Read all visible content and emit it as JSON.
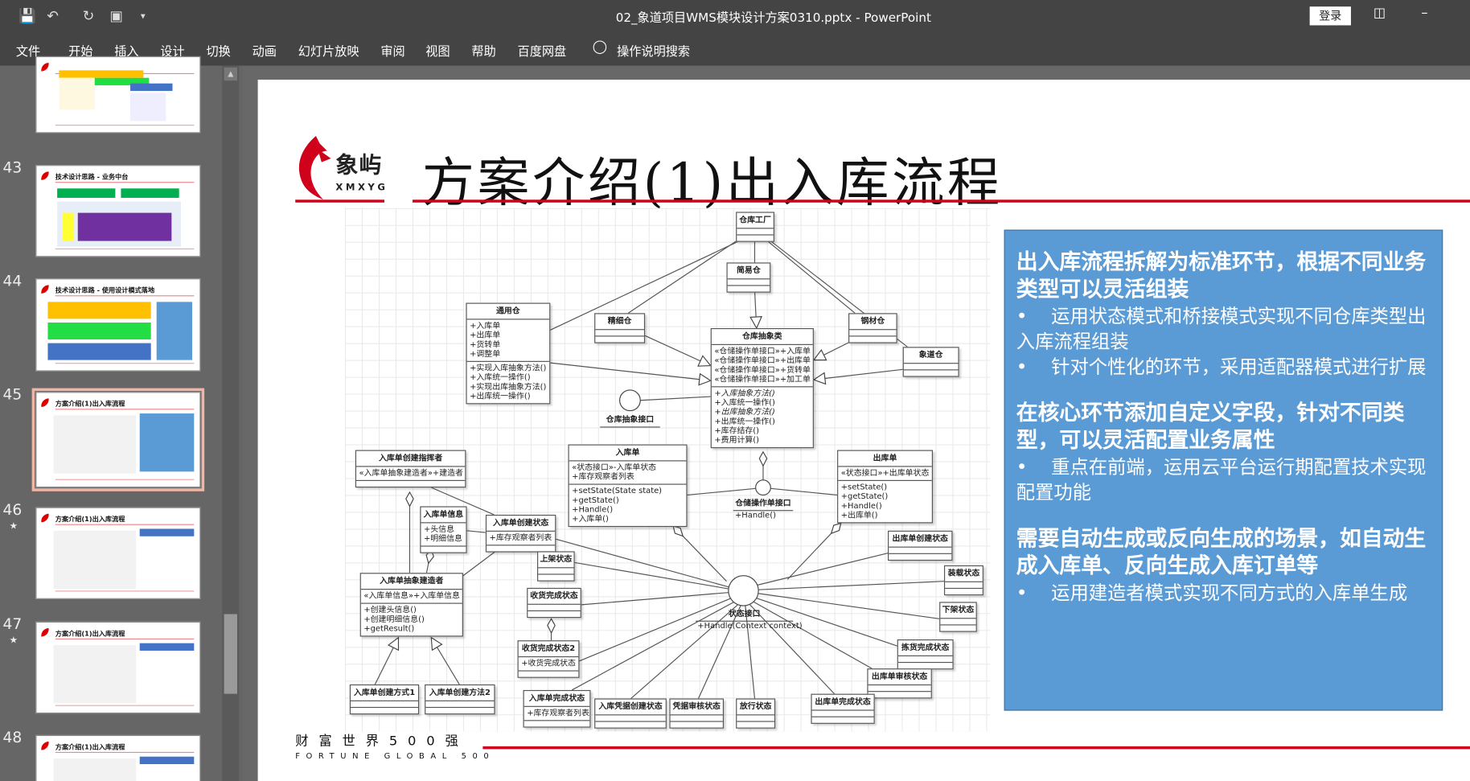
{
  "window": {
    "title": "02_象道项目WMS模块设计方案0310.pptx  -  PowerPoint",
    "login_label": "登录",
    "quick_access": [
      "save-icon",
      "undo-icon",
      "redo-icon",
      "present-from-start-icon",
      "customize-icon"
    ]
  },
  "menu": [
    "文件",
    "开始",
    "插入",
    "设计",
    "切换",
    "动画",
    "幻灯片放映",
    "审阅",
    "视图",
    "帮助",
    "百度网盘"
  ],
  "search": {
    "icon": "lightbulb-icon",
    "label": "操作说明搜索"
  },
  "thumbnails": [
    {
      "number": "",
      "title": "",
      "starred": false,
      "selected": false
    },
    {
      "number": "43",
      "title": "技术设计思路 - 业务中台",
      "starred": false,
      "selected": false
    },
    {
      "number": "44",
      "title": "技术设计思路 - 使用设计模式落地",
      "starred": false,
      "selected": false
    },
    {
      "number": "45",
      "title": "方案介绍(1)出入库流程",
      "starred": false,
      "selected": true
    },
    {
      "number": "46",
      "title": "方案介绍(1)出入库流程",
      "starred": true,
      "selected": false
    },
    {
      "number": "47",
      "title": "方案介绍(1)出入库流程",
      "starred": true,
      "selected": false
    },
    {
      "number": "48",
      "title": "方案介绍(1)出入库流程",
      "starred": false,
      "selected": false
    }
  ],
  "slide": {
    "logo": {
      "cn": "象屿",
      "en": "XMXYG"
    },
    "title": "方案介绍(1)出入库流程",
    "footer_cn": "财富世界500强",
    "footer_en": "FORTUNE GLOBAL 500",
    "accent_color": "#d0021b",
    "panel_color": "#5b9bd5",
    "panel": {
      "sections": [
        {
          "heading": "出入库流程拆解为标准环节，根据不同业务类型可以灵活组装",
          "bullets": [
            "运用状态模式和桥接模式实现不同仓库类型出入库流程组装",
            "针对个性化的环节，采用适配器模式进行扩展"
          ]
        },
        {
          "heading": "在核心环节添加自定义字段，针对不同类型，可以灵活配置业务属性",
          "bullets": [
            "重点在前端，运用云平台运行期配置技术实现配置功能"
          ]
        },
        {
          "heading": "需要自动生成或反向生成的场景，如自动生成入库单、反向生成入库订单等",
          "bullets": [
            "运用建造者模式实现不同方式的入库单生成"
          ]
        }
      ]
    },
    "diagram": {
      "classes": {
        "factory": {
          "name": "仓库工厂",
          "attrs": [],
          "methods": []
        },
        "simple": {
          "name": "简易仓",
          "attrs": [],
          "methods": []
        },
        "general": {
          "name": "通用仓",
          "attrs": [
            "+入库单",
            "+出库单",
            "+货转单",
            "+调整单"
          ],
          "methods": [
            "+实现入库抽象方法()",
            "+入库统一操作()",
            "+实现出库抽象方法()",
            "+出库统一操作()"
          ]
        },
        "fine": {
          "name": "精细仓",
          "attrs": [],
          "methods": []
        },
        "steel": {
          "name": "钢材仓",
          "attrs": [],
          "methods": []
        },
        "xd": {
          "name": "象道仓",
          "attrs": [],
          "methods": []
        },
        "abstract": {
          "name": "仓库抽象类",
          "attrs": [
            "«仓储操作单接口»+入库单",
            "«仓储操作单接口»+出库单",
            "«仓储操作单接口»+货转单",
            "«仓储操作单接口»+加工单"
          ],
          "methods": [
            "+入库抽象方法()",
            "+入库统一操作()",
            "+出库抽象方法()",
            "+出库统一操作()",
            "+库存结存()",
            "+费用计算()"
          ]
        },
        "director": {
          "name": "入库单创建指挥者",
          "attrs": [
            "«入库单抽象建造者»+建造者"
          ],
          "methods": []
        },
        "inbound": {
          "name": "入库单",
          "attrs": [
            "«状态接口»-入库单状态",
            "+库存观察者列表"
          ],
          "methods": [
            "+setState(State state)",
            "+getState()",
            "+Handle()",
            "+入库单()"
          ]
        },
        "outbound": {
          "name": "出库单",
          "attrs": [
            "«状态接口»+出库单状态"
          ],
          "methods": [
            "+setState()",
            "+getState()",
            "+Handle()",
            "+出库单()"
          ]
        },
        "info": {
          "name": "入库单信息",
          "attrs": [
            "+头信息",
            "+明细信息"
          ],
          "methods": []
        },
        "createState": {
          "name": "入库单创建状态",
          "attrs": [
            "+库存观察者列表"
          ],
          "methods": []
        },
        "shelve": {
          "name": "上架状态",
          "attrs": [],
          "methods": []
        },
        "builder": {
          "name": "入库单抽象建造者",
          "attrs": [
            "«入库单信息»+入库单信息"
          ],
          "methods": [
            "+创建头信息()",
            "+创建明细信息()",
            "+getResult()"
          ]
        },
        "received": {
          "name": "收货完成状态",
          "attrs": [],
          "methods": []
        },
        "outCreate": {
          "name": "出库单创建状态",
          "attrs": [],
          "methods": []
        },
        "loading": {
          "name": "装载状态",
          "attrs": [],
          "methods": []
        },
        "unshelve": {
          "name": "下架状态",
          "attrs": [],
          "methods": []
        },
        "picked": {
          "name": "拣货完成状态",
          "attrs": [],
          "methods": []
        },
        "outAudit": {
          "name": "出库单审核状态",
          "attrs": [],
          "methods": []
        },
        "outDone": {
          "name": "出库单完成状态",
          "attrs": [],
          "methods": []
        },
        "received2": {
          "name": "收货完成状态2",
          "attrs": [
            "+收货完成状态"
          ],
          "methods": []
        },
        "way1": {
          "name": "入库单创建方式1",
          "attrs": [],
          "methods": []
        },
        "way2": {
          "name": "入库单创建方法2",
          "attrs": [],
          "methods": []
        },
        "inDone": {
          "name": "入库单完成状态",
          "attrs": [
            "+库存观察者列表"
          ],
          "methods": []
        },
        "voucher": {
          "name": "入库凭据创建状态",
          "attrs": [],
          "methods": []
        },
        "voucherAudit": {
          "name": "凭据审核状态",
          "attrs": [],
          "methods": []
        },
        "release": {
          "name": "放行状态",
          "attrs": [],
          "methods": []
        }
      },
      "interfaces": {
        "whIface": {
          "name": "仓库抽象接口",
          "methods": []
        },
        "opIface": {
          "name": "仓储操作单接口",
          "methods": [
            "+Handle()"
          ]
        },
        "stateIface": {
          "name": "状态接口",
          "methods": [
            "+Handle(Context context)"
          ]
        }
      }
    }
  }
}
